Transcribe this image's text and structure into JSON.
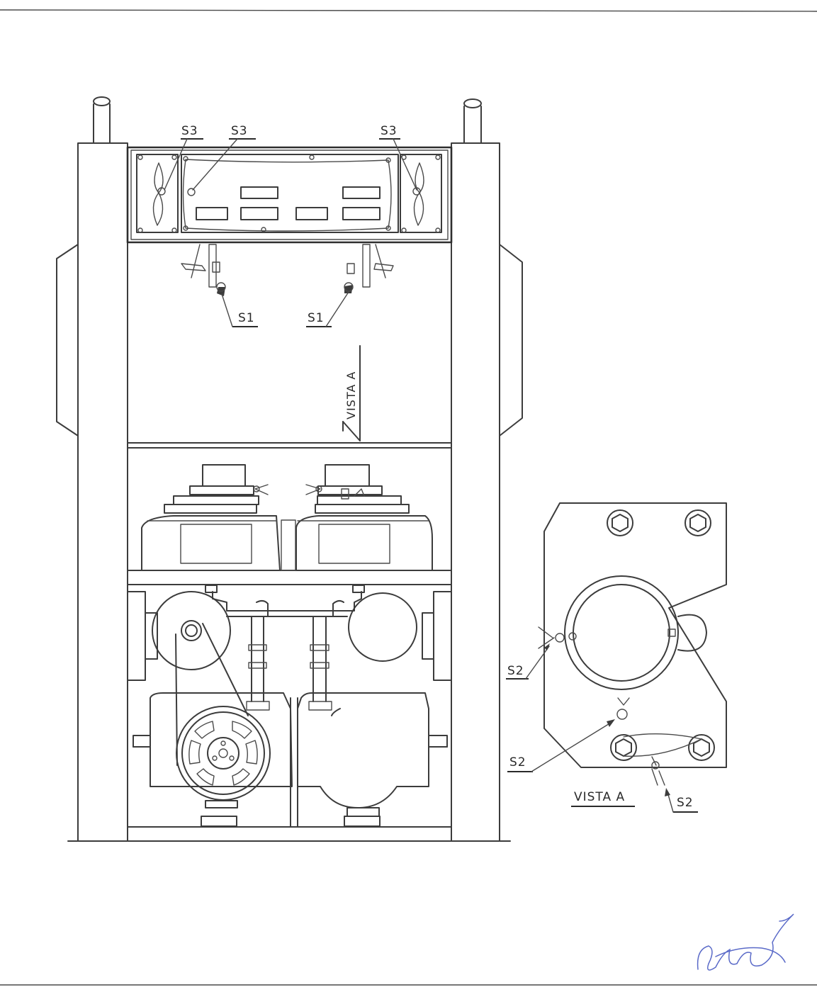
{
  "labels": {
    "s3_left": "S3",
    "s3_middle": "S3",
    "s3_right": "S3",
    "s1_left": "S1",
    "s1_right": "S1",
    "vista_arrow": "VISTA A",
    "s2_top": "S2",
    "s2_middle": "S2",
    "s2_bottom": "S2",
    "vista_title": "VISTA A"
  },
  "colors": {
    "line": "#3c3c3c",
    "signature": "#5a6ac8",
    "paper": "#ffffff"
  },
  "icons": {
    "signature": "handwritten-signature-icon",
    "view_arrow": "view-direction-arrow-icon"
  }
}
